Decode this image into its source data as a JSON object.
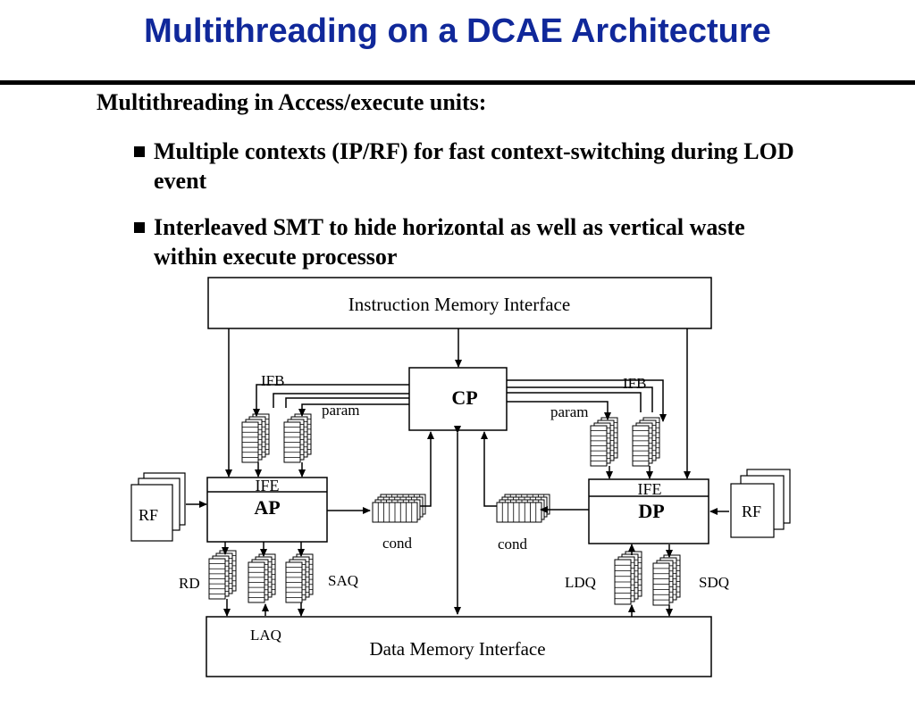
{
  "slide": {
    "title": "Multithreading on a DCAE Architecture",
    "heading": "Multithreading in Access/execute units:",
    "bullets": [
      "Multiple contexts (IP/RF) for fast context-switching during LOD event",
      "Interleaved SMT to hide horizontal as well as vertical waste within execute processor"
    ]
  },
  "diagram": {
    "instruction_memory": "Instruction Memory Interface",
    "data_memory": "Data Memory Interface",
    "cp": "CP",
    "ap": "AP",
    "dp": "DP",
    "ife_left": "IFE",
    "ife_right": "IFE",
    "rf_left": "RF",
    "rf_right": "RF",
    "ifb_left": "IFB",
    "ifb_right": "IFB",
    "param_left": "param",
    "param_right": "param",
    "cond_left": "cond",
    "cond_right": "cond",
    "rd": "RD",
    "saq": "SAQ",
    "laq": "LAQ",
    "ldq": "LDQ",
    "sdq": "SDQ"
  }
}
